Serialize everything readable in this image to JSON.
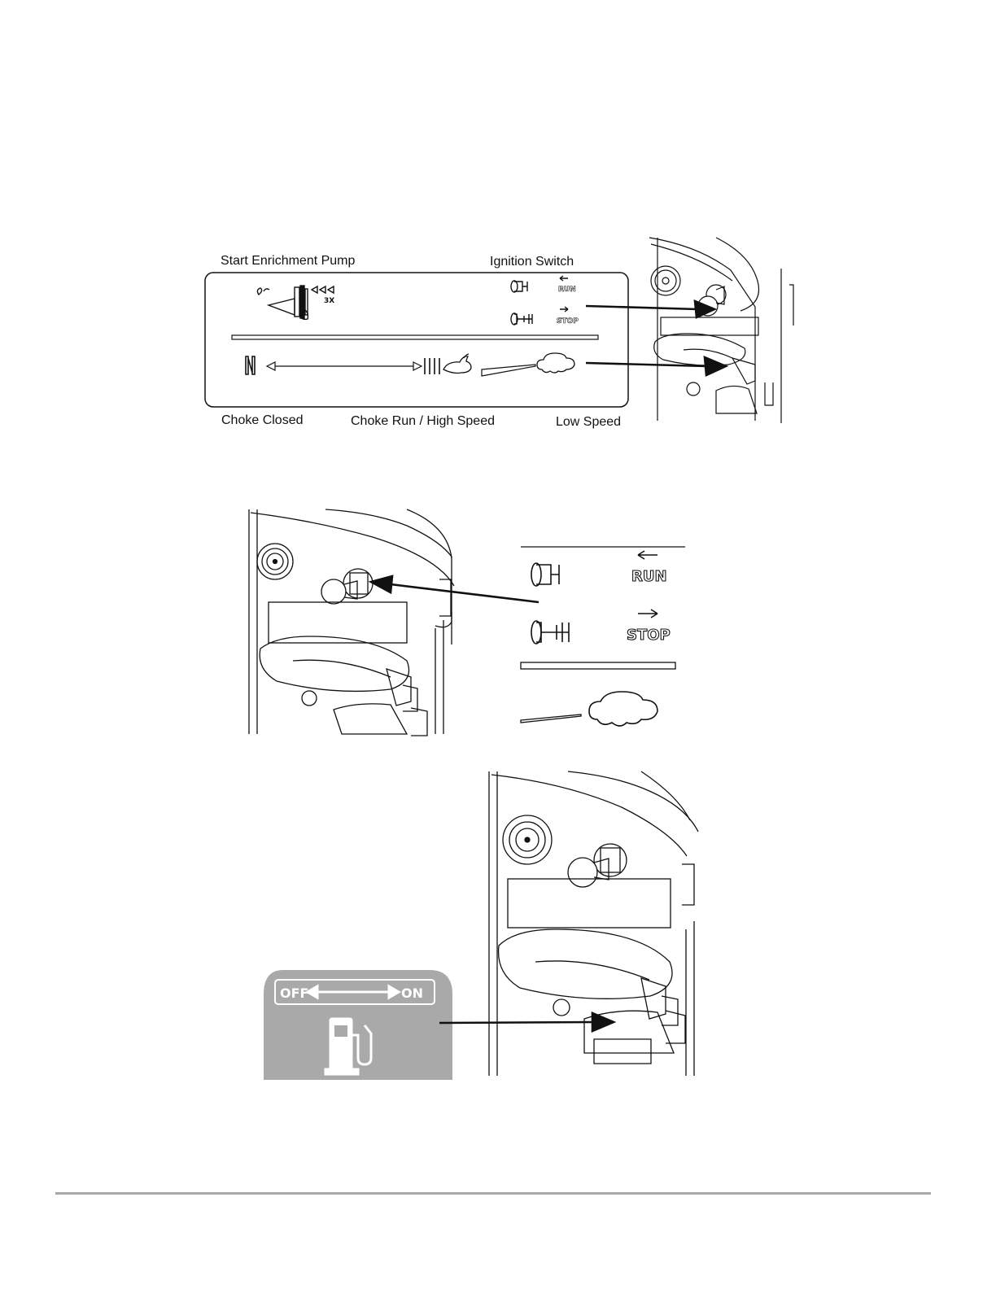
{
  "figure1": {
    "label_start_enrichment_pump": "Start Enrichment Pump",
    "label_ignition_switch": "Ignition Switch",
    "label_choke_closed": "Choke Closed",
    "label_choke_run_high_speed": "Choke Run / High Speed",
    "label_low_speed": "Low Speed",
    "decal_pump_count": "3X",
    "decal_run": "RUN",
    "decal_stop": "STOP"
  },
  "figure2": {
    "decal_run": "RUN",
    "decal_stop": "STOP"
  },
  "figure3": {
    "decal_off": "OFF",
    "decal_on": "ON"
  },
  "colors": {
    "line": "#111111",
    "decal_gray": "#a9a9a9",
    "footer_rule": "#a8a8a8"
  }
}
